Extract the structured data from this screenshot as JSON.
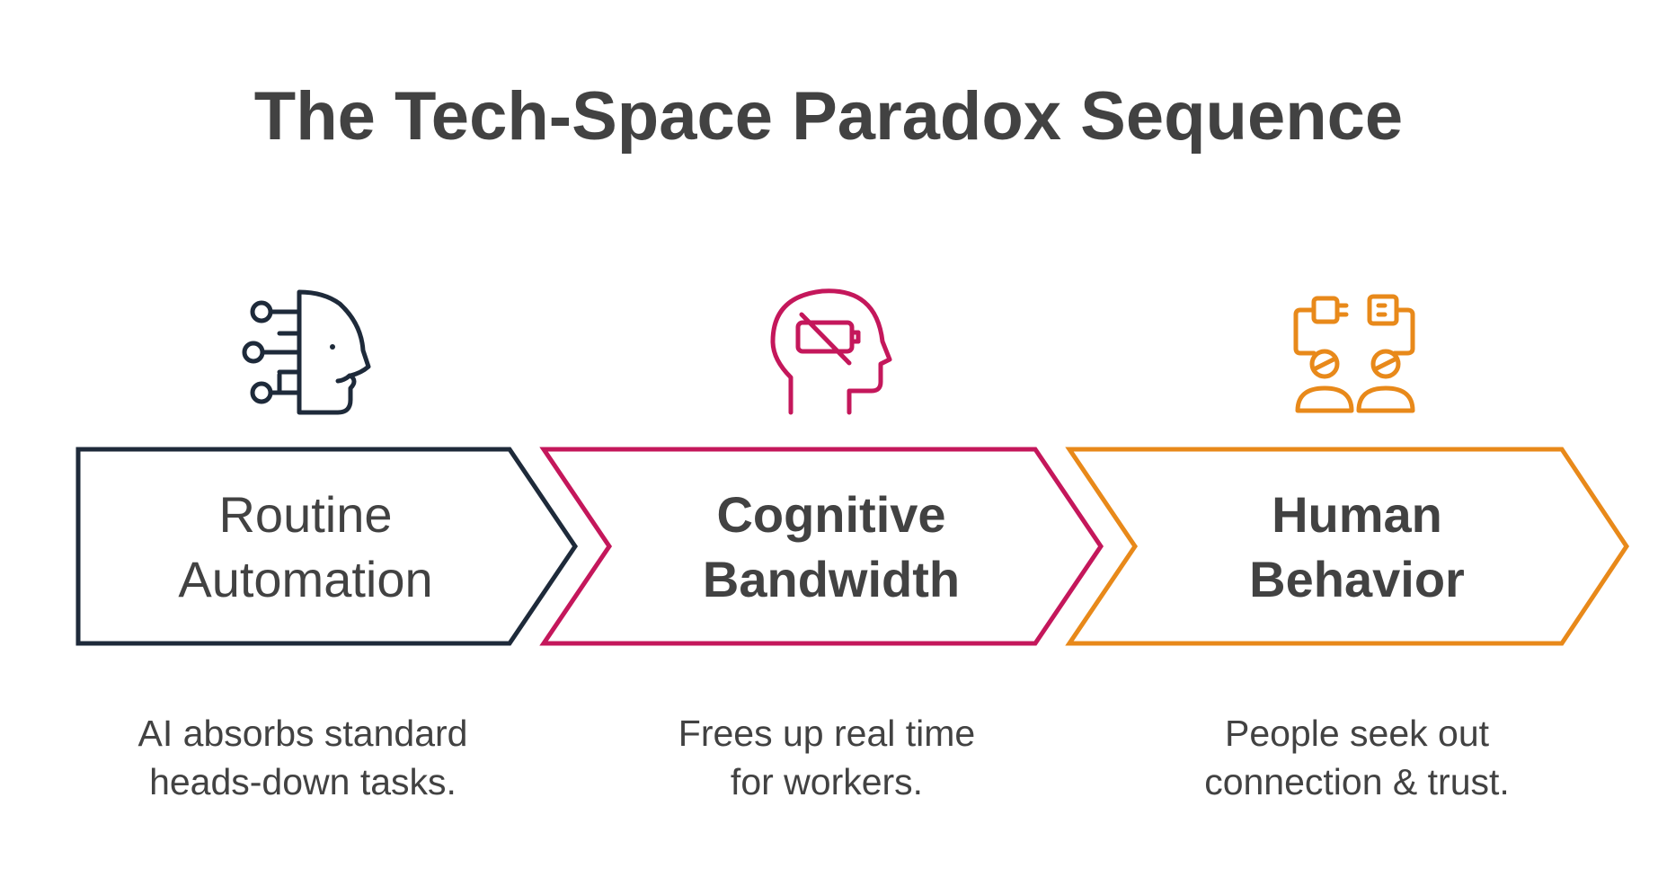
{
  "title": "The Tech-Space Paradox Sequence",
  "colors": {
    "step1": "#1e2a3a",
    "step2": "#c4175b",
    "step3": "#e8891a",
    "text": "#424242"
  },
  "steps": [
    {
      "label_line1": "Routine",
      "label_line2": "Automation",
      "desc_line1": "AI absorbs standard",
      "desc_line2": "heads-down tasks.",
      "icon": "ai-head-circuit-icon"
    },
    {
      "label_line1": "Cognitive",
      "label_line2": "Bandwidth",
      "desc_line1": "Frees up real time",
      "desc_line2": "for workers.",
      "icon": "head-battery-off-icon"
    },
    {
      "label_line1": "Human",
      "label_line2": "Behavior",
      "desc_line1": "People seek out",
      "desc_line2": "connection & trust.",
      "icon": "people-connection-icon"
    }
  ]
}
